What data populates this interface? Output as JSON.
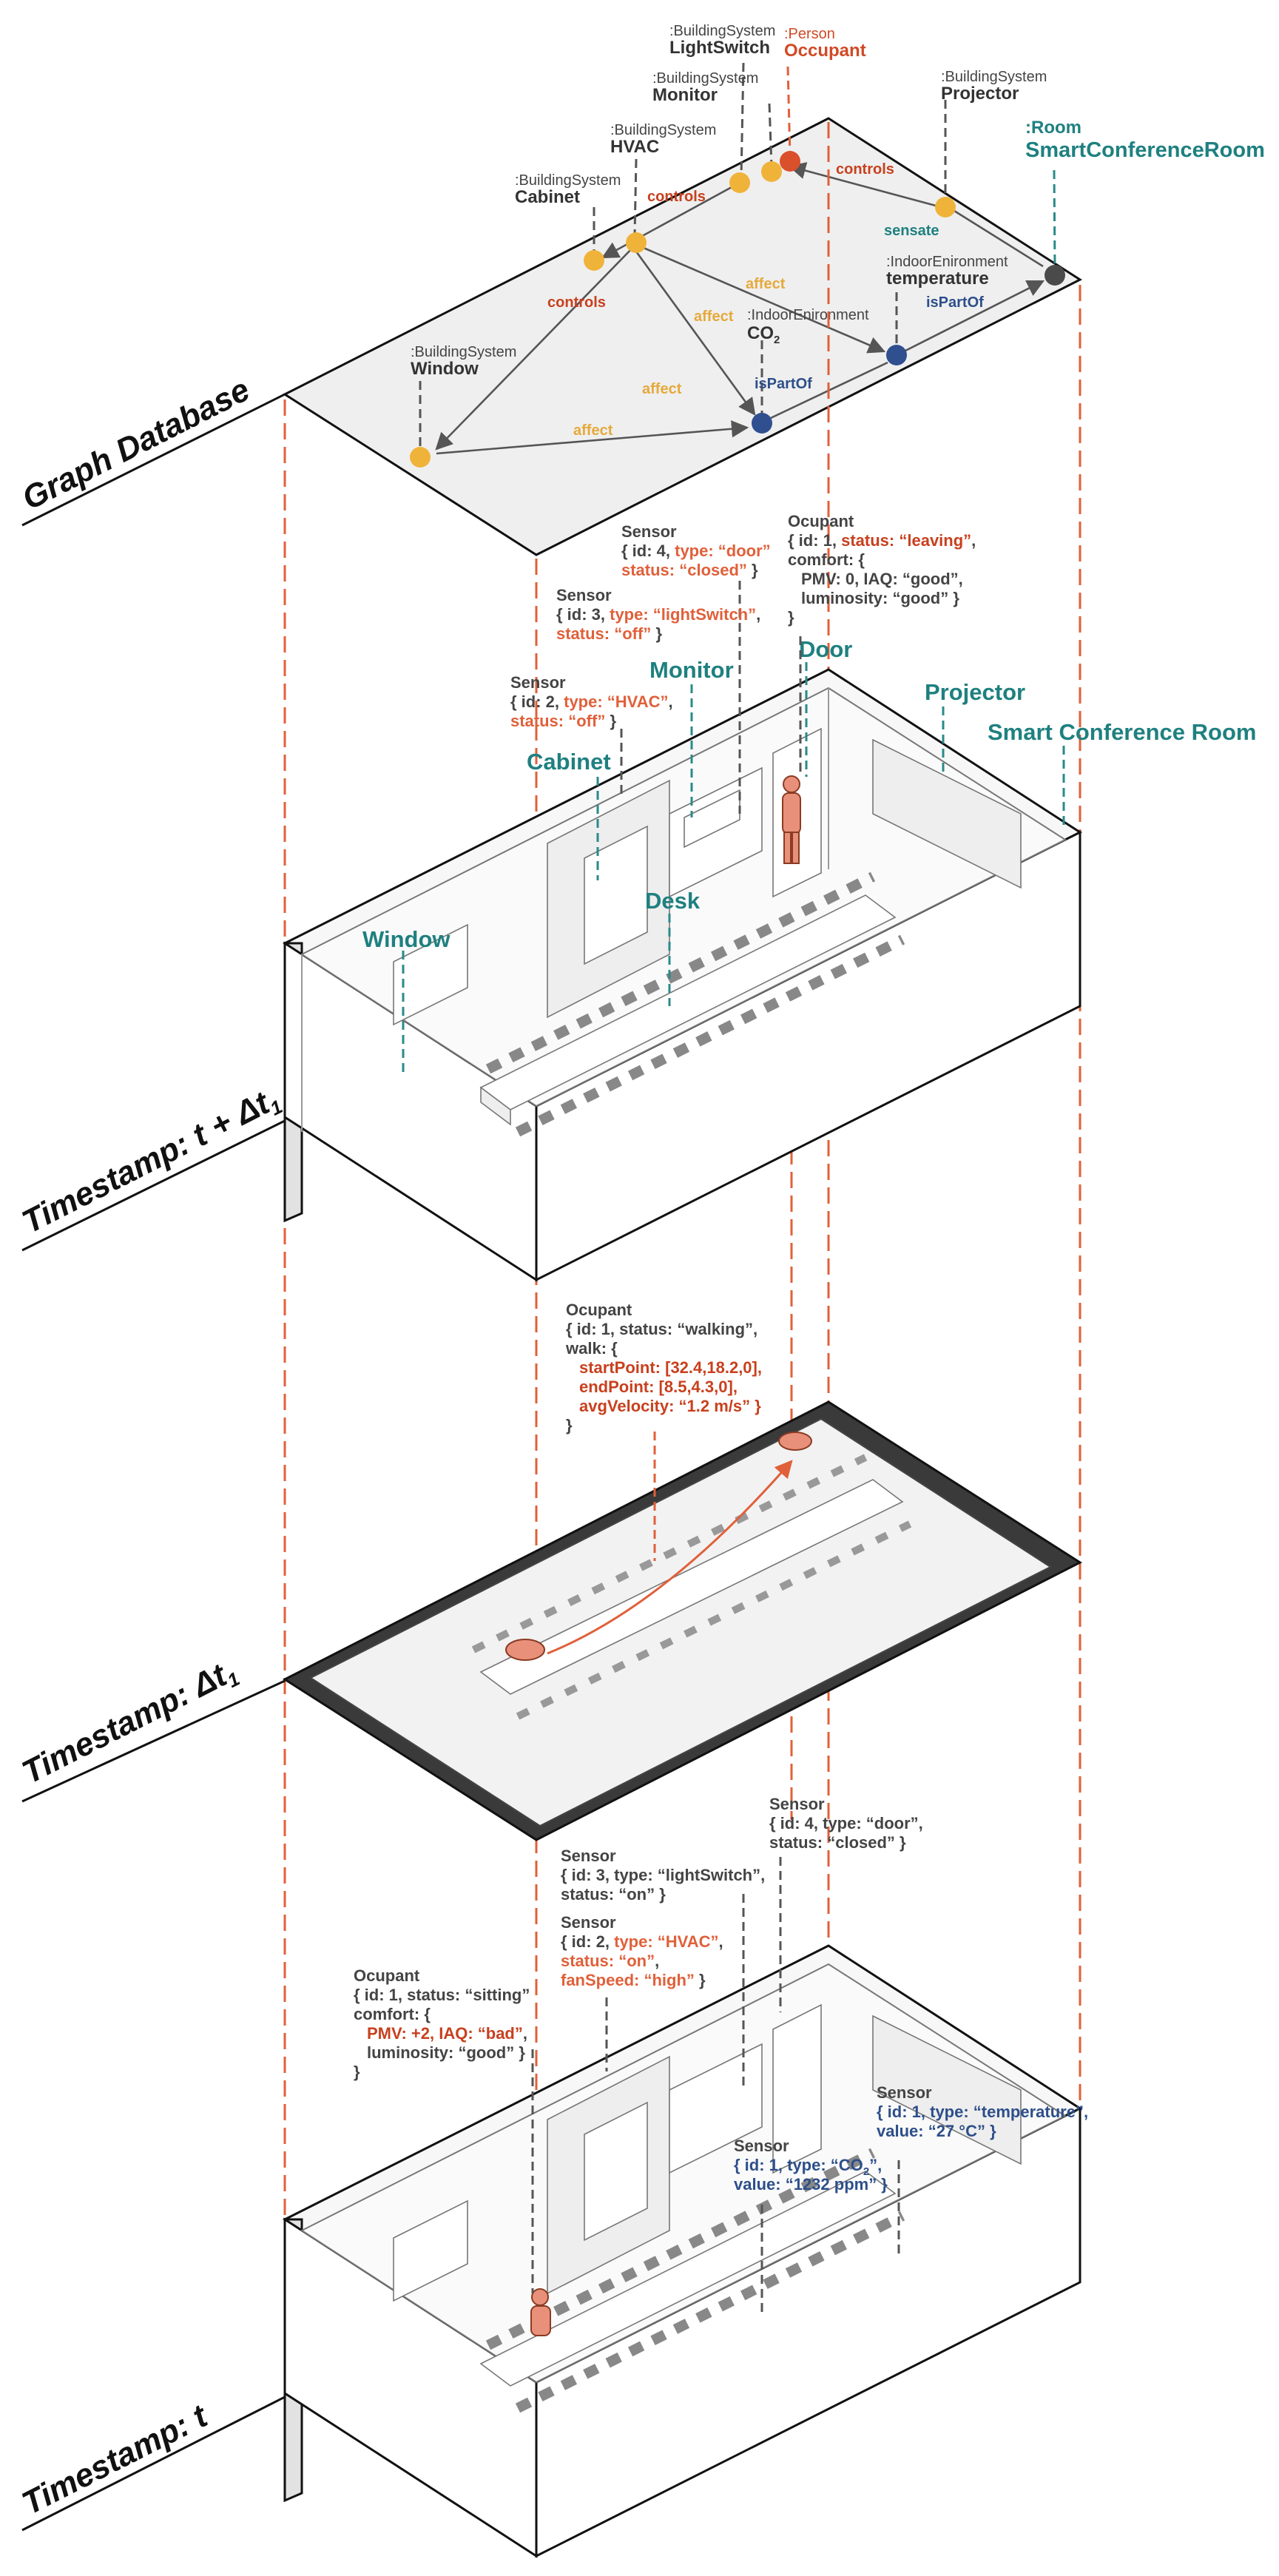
{
  "timestamps": {
    "graph": "Graph Database",
    "t_plus": "Timestamp: t + Δt",
    "t_plus_sub": "1",
    "delta": "Timestamp: Δt",
    "delta_sub": "1",
    "t": "Timestamp: t"
  },
  "graph": {
    "nodes": {
      "lightswitch": {
        "type": ":BuildingSystem",
        "name": "LightSwitch"
      },
      "person": {
        "type": ":Person",
        "name": "Occupant"
      },
      "monitor": {
        "type": ":BuildingSystem",
        "name": "Monitor"
      },
      "projector": {
        "type": ":BuildingSystem",
        "name": "Projector"
      },
      "room": {
        "type": ":Room",
        "name": "SmartConferenceRoom"
      },
      "hvac": {
        "type": ":BuildingSystem",
        "name": "HVAC"
      },
      "cabinet": {
        "type": ":BuildingSystem",
        "name": "Cabinet"
      },
      "temperature": {
        "type": ":IndoorEnironment",
        "name": "temperature"
      },
      "co2": {
        "type": ":IndoorEnironment",
        "name": "CO",
        "name_sub": "2"
      },
      "window": {
        "type": ":BuildingSystem",
        "name": "Window"
      }
    },
    "edges": {
      "controls_1": "controls",
      "controls_2": "controls",
      "controls_3": "controls",
      "sensate": "sensate",
      "affect_1": "affect",
      "affect_2": "affect",
      "affect_3": "affect",
      "affect_4": "affect",
      "ispartof_1": "isPartOf",
      "ispartof_2": "isPartOf"
    },
    "colors": {
      "building_system": "#f0b33a",
      "person": "#d9502a",
      "environment": "#2f4f8f",
      "room": "#4a4a4a",
      "controls": "#c8401e",
      "affect": "#e6a93a",
      "sensate": "#1f8080",
      "ispartof": "#2d4f8a"
    }
  },
  "room_labels": {
    "monitor": "Monitor",
    "door": "Door",
    "projector": "Projector",
    "room": "Smart Conference Room",
    "cabinet": "Cabinet",
    "window": "Window",
    "desk": "Desk"
  },
  "annotations_top": {
    "sensor_door": {
      "title": "Sensor",
      "l1a": "{ id: 4, ",
      "l1b": "type: “door”",
      "l2": "status: “closed”",
      "l2b": " }"
    },
    "occupant": {
      "title": "Ocupant",
      "l1a": "{ id: 1, ",
      "l1b": "status: “leaving”",
      "l1c": ",",
      "l2": "comfort: {",
      "l3": "PMV: 0, IAQ: “good”,",
      "l4": "luminosity: “good” }",
      "l5": "}"
    },
    "sensor_light": {
      "title": "Sensor",
      "l1a": "{ id: 3, ",
      "l1b": "type: “lightSwitch”",
      "l1c": ",",
      "l2": "status: “off”",
      "l2b": " }"
    },
    "sensor_hvac": {
      "title": "Sensor",
      "l1a": "{ id: 2, ",
      "l1b": "type: “HVAC”",
      "l1c": ",",
      "l2": "status: “off”",
      "l2b": " }"
    }
  },
  "annotations_mid": {
    "title": "Ocupant",
    "l1": "{ id: 1, status: “walking”,",
    "l2": "walk: {",
    "l3": "startPoint: [32.4,18.2,0],",
    "l4": "endPoint: [8.5,4.3,0],",
    "l5": "avgVelocity: “1.2 m/s” }",
    "l6": "}"
  },
  "annotations_bottom": {
    "sensor_door": {
      "title": "Sensor",
      "l1": "{ id: 4, type: “door”,",
      "l2": "status: “closed” }"
    },
    "sensor_light": {
      "title": "Sensor",
      "l1": "{ id: 3, type: “lightSwitch”,",
      "l2": "status: “on” }"
    },
    "sensor_hvac": {
      "title": "Sensor",
      "l1a": "{ id: 2, ",
      "l1b": "type: “HVAC”",
      "l1c": ",",
      "l2": "status: “on”",
      "l2b": ",",
      "l3": "fanSpeed: “high”",
      "l3b": " }"
    },
    "occupant": {
      "title": "Ocupant",
      "l1": "{ id: 1, status: “sitting”",
      "l2": "comfort: {",
      "l3": "PMV: +2, IAQ: “bad”",
      "l3b": ",",
      "l4": "luminosity: “good” }",
      "l5": "}"
    },
    "sensor_temp": {
      "title": "Sensor",
      "l1a": "{ id: 1, ",
      "l1b": "type: “temperature”",
      "l1c": ",",
      "l2": "value: “27 °C”",
      "l2b": " }"
    },
    "sensor_co2": {
      "title": "Sensor",
      "l1a": "{ id: 1, ",
      "l1b": "type: “CO",
      "l1sub": "2",
      "l1c": "”,",
      "l2": "value: “1232 ppm”",
      "l2b": " }"
    }
  }
}
